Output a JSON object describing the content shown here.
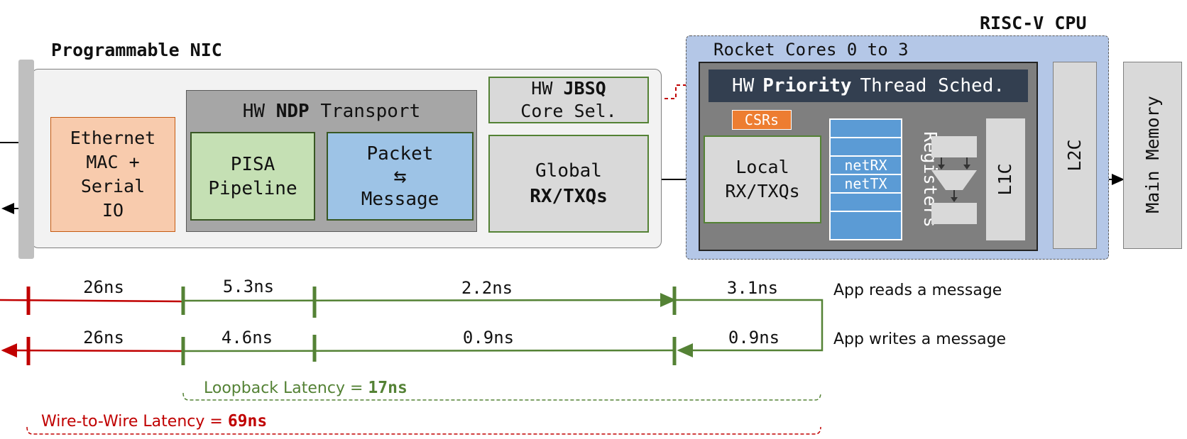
{
  "nic": {
    "title": "Programmable NIC",
    "mac": {
      "line1": "Ethernet",
      "line2": "MAC +",
      "line3": "Serial",
      "line4": "IO"
    },
    "ndp": {
      "prefix": "HW",
      "bold": "NDP",
      "suffix": "Transport"
    },
    "pisa": {
      "line1": "PISA",
      "line2": "Pipeline"
    },
    "packet": {
      "line1": "Packet",
      "arrows": "⇆",
      "line2": "Message"
    },
    "jbsq": {
      "prefix": "HW",
      "bold": "JBSQ",
      "line2": "Core Sel."
    },
    "global_q": {
      "line1": "Global",
      "line2": "RX/TXQs"
    }
  },
  "cpu": {
    "title": "RISC-V CPU",
    "cores_label": "Rocket Cores 0 to 3",
    "sched": {
      "prefix": "HW",
      "bold": "Priority",
      "suffix": "Thread Sched."
    },
    "csrs": "CSRs",
    "local_q": {
      "line1": "Local",
      "line2": "RX/TXQs"
    },
    "reg_netrx": "netRX",
    "reg_nettx": "netTX",
    "registers_label": "Registers",
    "l1c": "L1C",
    "l2c": "L2C",
    "main_memory": "Main Memory"
  },
  "timeline": {
    "read_row": [
      "26ns",
      "5.3ns",
      "2.2ns",
      "3.1ns"
    ],
    "write_row": [
      "26ns",
      "4.6ns",
      "0.9ns",
      "0.9ns"
    ],
    "app_reads": "App reads a message",
    "app_writes": "App writes a message",
    "loopback_prefix": "Loopback Latency = ",
    "loopback_value": "17ns",
    "wire_prefix": "Wire-to-Wire Latency = ",
    "wire_value": "69ns"
  },
  "colors": {
    "red": "#c00000",
    "green": "#548235",
    "mac_fill": "#f8cbad",
    "pisa_fill": "#c5e0b4",
    "packet_fill": "#9dc3e6",
    "cpu_fill": "#b4c7e7",
    "core_fill": "#7f7f7f",
    "sched_fill": "#333f50",
    "csr_fill": "#ed7d31",
    "reg_fill": "#5b9bd5"
  }
}
